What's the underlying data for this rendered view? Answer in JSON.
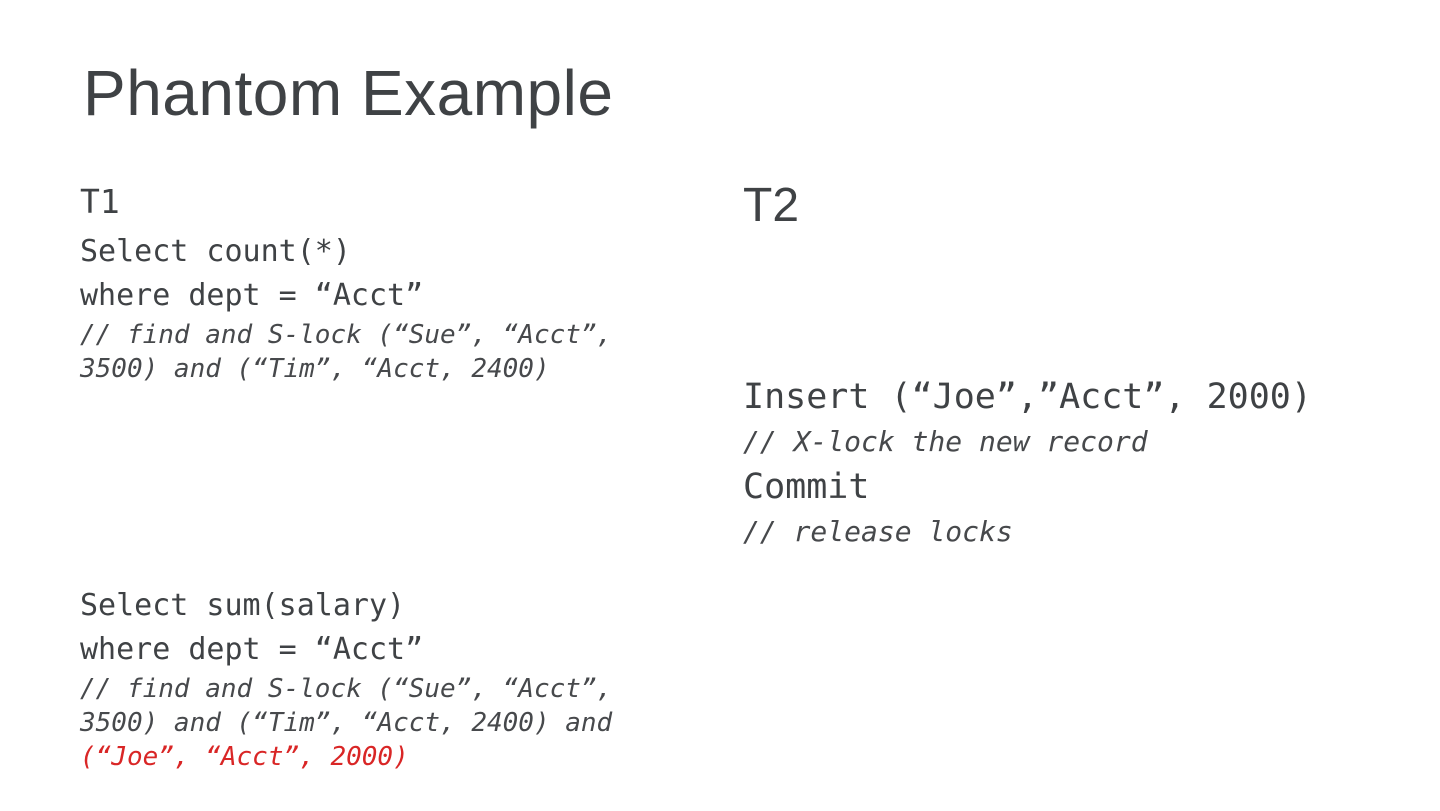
{
  "slide": {
    "title": "Phantom Example",
    "colors": {
      "background": "#ffffff",
      "text": "#3f4245",
      "comment": "#47494c",
      "highlight": "#d92626"
    },
    "t1": {
      "label": "T1",
      "query1": {
        "code": [
          "Select count(*)",
          "where dept = “Acct”"
        ],
        "comment_lines": [
          "// find and S-lock (“Sue”, “Acct”,",
          "3500) and (“Tim”, “Acct, 2400)"
        ]
      },
      "query2": {
        "code": [
          "Select sum(salary)",
          "where dept = “Acct”"
        ],
        "comment_lines": [
          "// find and S-lock (“Sue”, “Acct”,",
          "3500) and (“Tim”, “Acct, 2400) and"
        ],
        "comment_highlight": "(“Joe”, “Acct”, 2000)"
      }
    },
    "t2": {
      "label": "T2",
      "statement1": "Insert (“Joe”,”Acct”, 2000)",
      "comment1": "// X-lock the new record",
      "statement2": "Commit",
      "comment2": "// release locks"
    }
  }
}
